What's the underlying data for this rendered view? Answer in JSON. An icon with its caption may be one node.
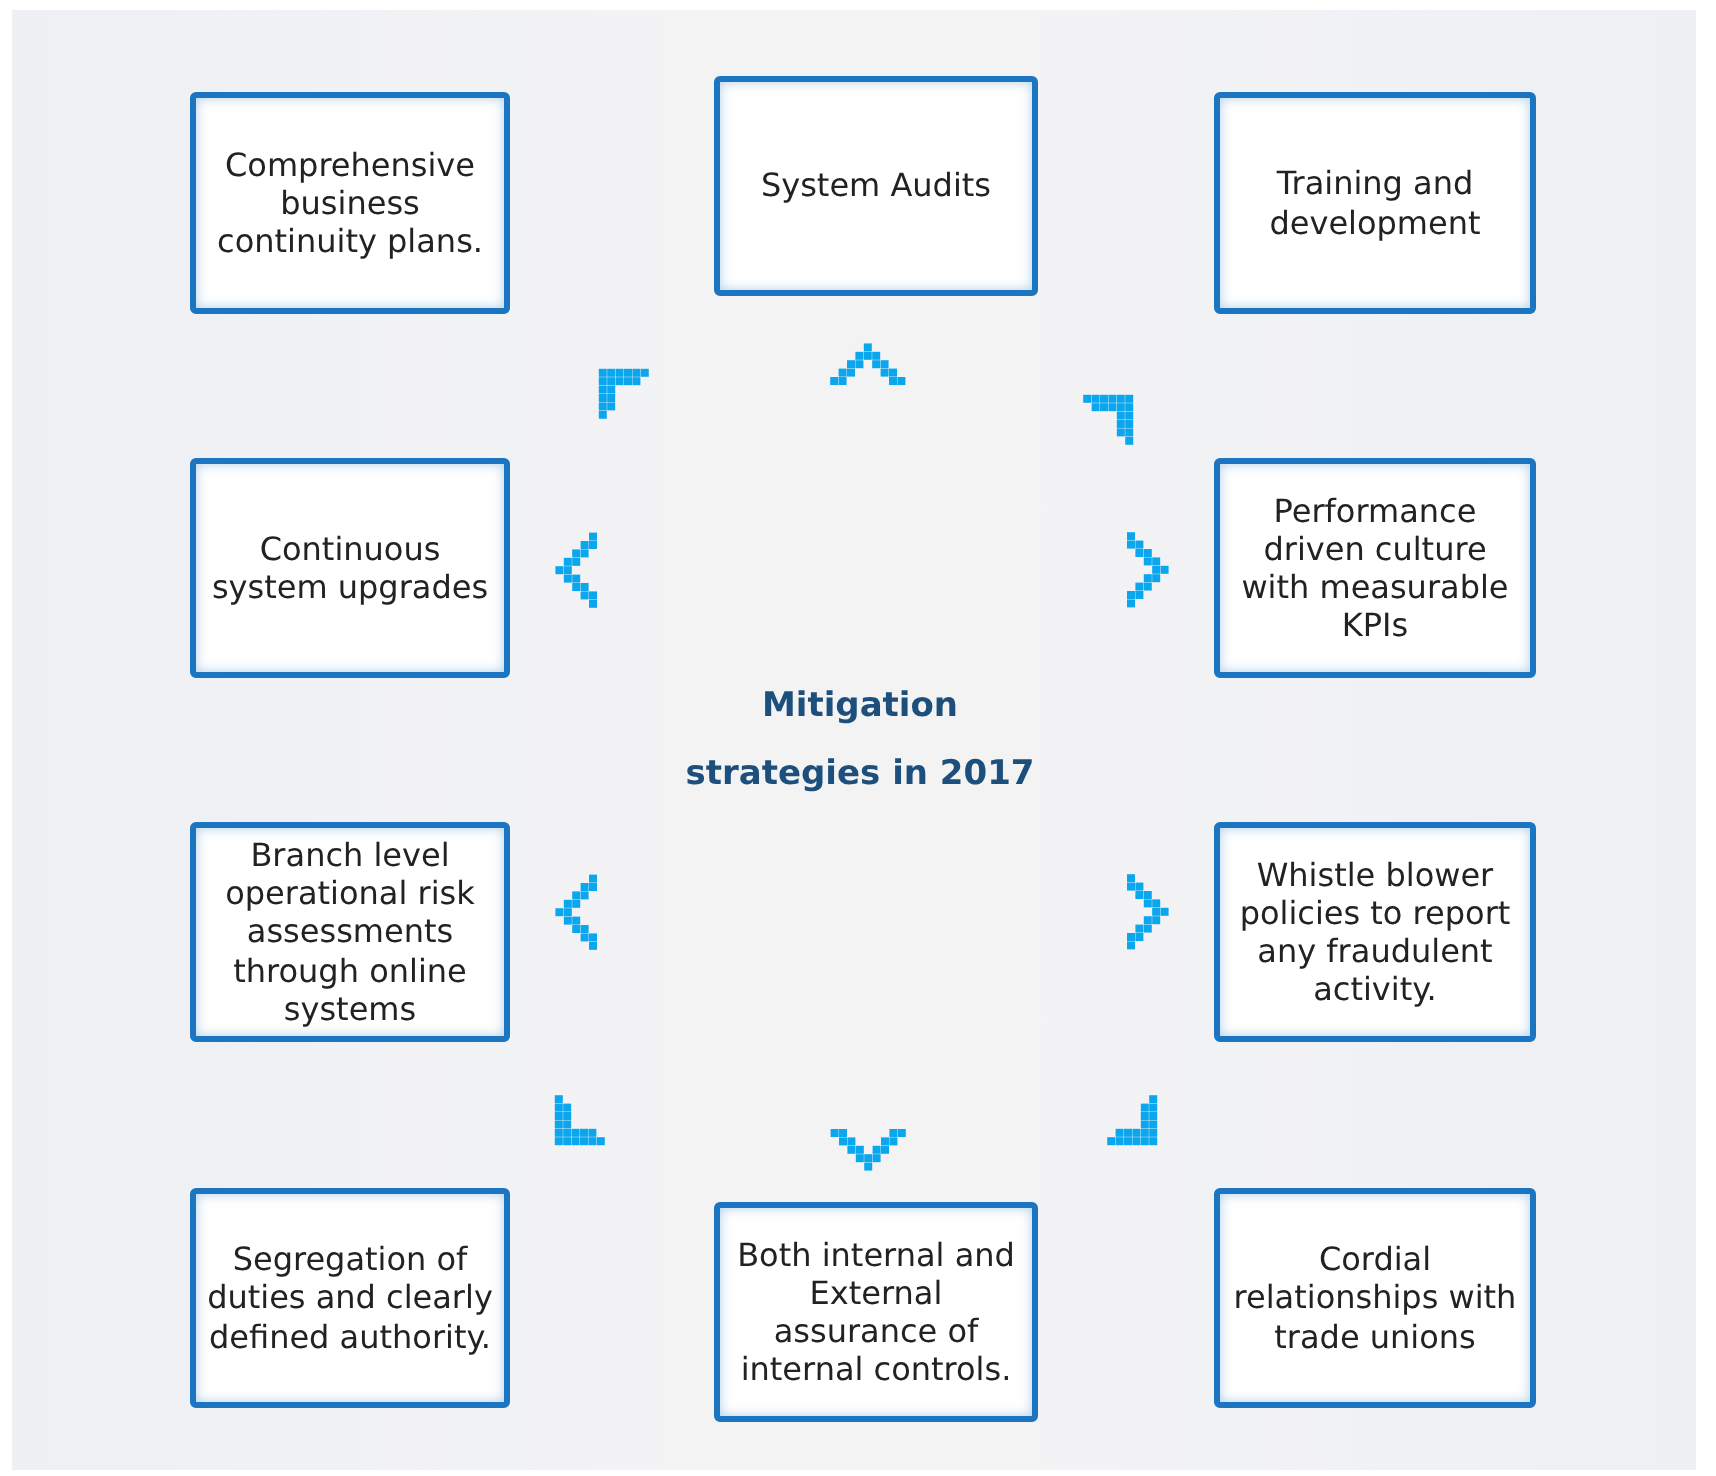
{
  "diagram": {
    "title": "Mitigation strategies in 2017",
    "nodes": [
      {
        "text": [
          "Comprehensive business continuity plans."
        ]
      },
      {
        "text": [
          "System Audits"
        ]
      },
      {
        "text": [
          "Training and development"
        ]
      },
      {
        "text": [
          "Continuous system upgrades"
        ]
      },
      {
        "text": [
          "Performance driven culture with measurable KPIs"
        ]
      },
      {
        "text": [
          "Branch level operational risk assessments through online systems"
        ]
      },
      {
        "text": [
          "Whistle blower policies to report any fraudulent activity."
        ]
      },
      {
        "text": [
          "Segregation of duties and clearly defined authority."
        ]
      },
      {
        "text": [
          "Both internal and External assurance of internal controls."
        ]
      },
      {
        "text": [
          "Cordial relationships with trade unions"
        ]
      }
    ]
  }
}
